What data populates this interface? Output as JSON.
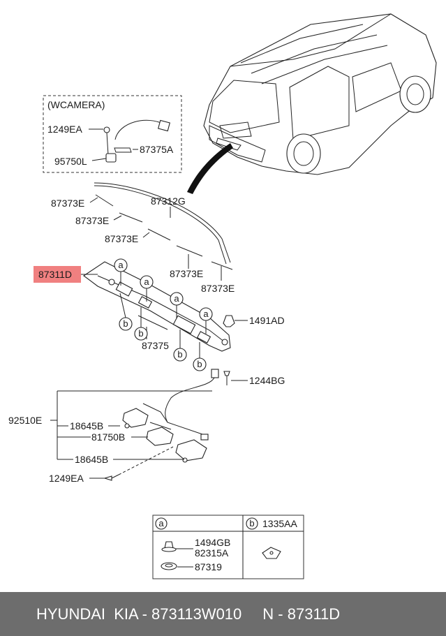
{
  "diagram": {
    "wcamera_label": "(WCAMERA)",
    "labels": {
      "p1249EA_top": "1249EA",
      "p87375A": "87375A",
      "p95750L": "95750L",
      "p87373E_1": "87373E",
      "p87312G": "87312G",
      "p87373E_2": "87373E",
      "p87373E_3": "87373E",
      "p87373E_4": "87373E",
      "p87373E_5": "87373E",
      "p87311D": "87311D",
      "p1491AD": "1491AD",
      "p87375": "87375",
      "p1244BG": "1244BG",
      "p92510E": "92510E",
      "p18645B_1": "18645B",
      "p81750B": "81750B",
      "p18645B_2": "18645B",
      "p1249EA_bottom": "1249EA"
    },
    "callout_a": "a",
    "callout_b": "b",
    "highlight_color": "#f08080",
    "legend": {
      "a_header": "a",
      "b_header": "b",
      "b_part": "1335AA",
      "a_part_1": "1494GB",
      "a_part_2": "82315A",
      "a_part_3": "87319"
    }
  },
  "footer": {
    "brand": "HYUNDAI  KIA - 873113W010",
    "ref": "N - 87311D"
  }
}
